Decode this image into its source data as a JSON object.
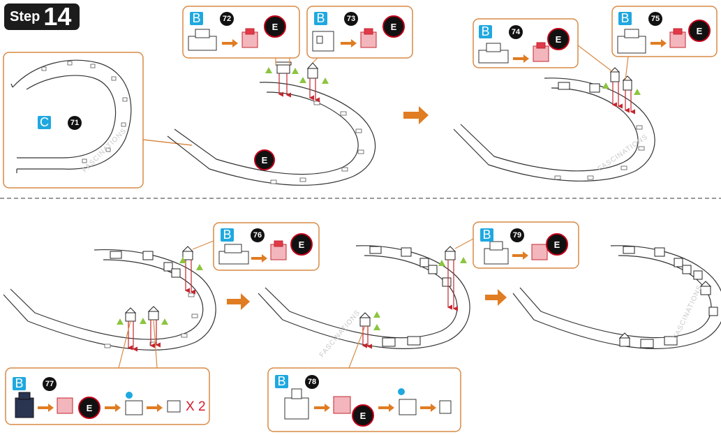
{
  "step": {
    "word": "Step",
    "number": "14"
  },
  "callouts": [
    {
      "sheet": "C",
      "part": "71"
    },
    {
      "sheet": "B",
      "part": "72",
      "badge": "E"
    },
    {
      "sheet": "B",
      "part": "73",
      "badge": "E"
    },
    {
      "sheet": "B",
      "part": "74",
      "badge": "E"
    },
    {
      "sheet": "B",
      "part": "75",
      "badge": "E"
    },
    {
      "sheet": "B",
      "part": "76",
      "badge": "E"
    },
    {
      "sheet": "B",
      "part": "77",
      "badge": "E",
      "multiplier": "X 2"
    },
    {
      "sheet": "B",
      "part": "78",
      "badge": "E"
    },
    {
      "sheet": "B",
      "part": "79",
      "badge": "E"
    }
  ],
  "track_badge": "E",
  "watermark": "FASCINATIONS",
  "colors": {
    "orange": "#e07c22",
    "blue": "#1fa8e0",
    "red": "#d21d2e",
    "green": "#8bc53f",
    "dark": "#111111"
  }
}
